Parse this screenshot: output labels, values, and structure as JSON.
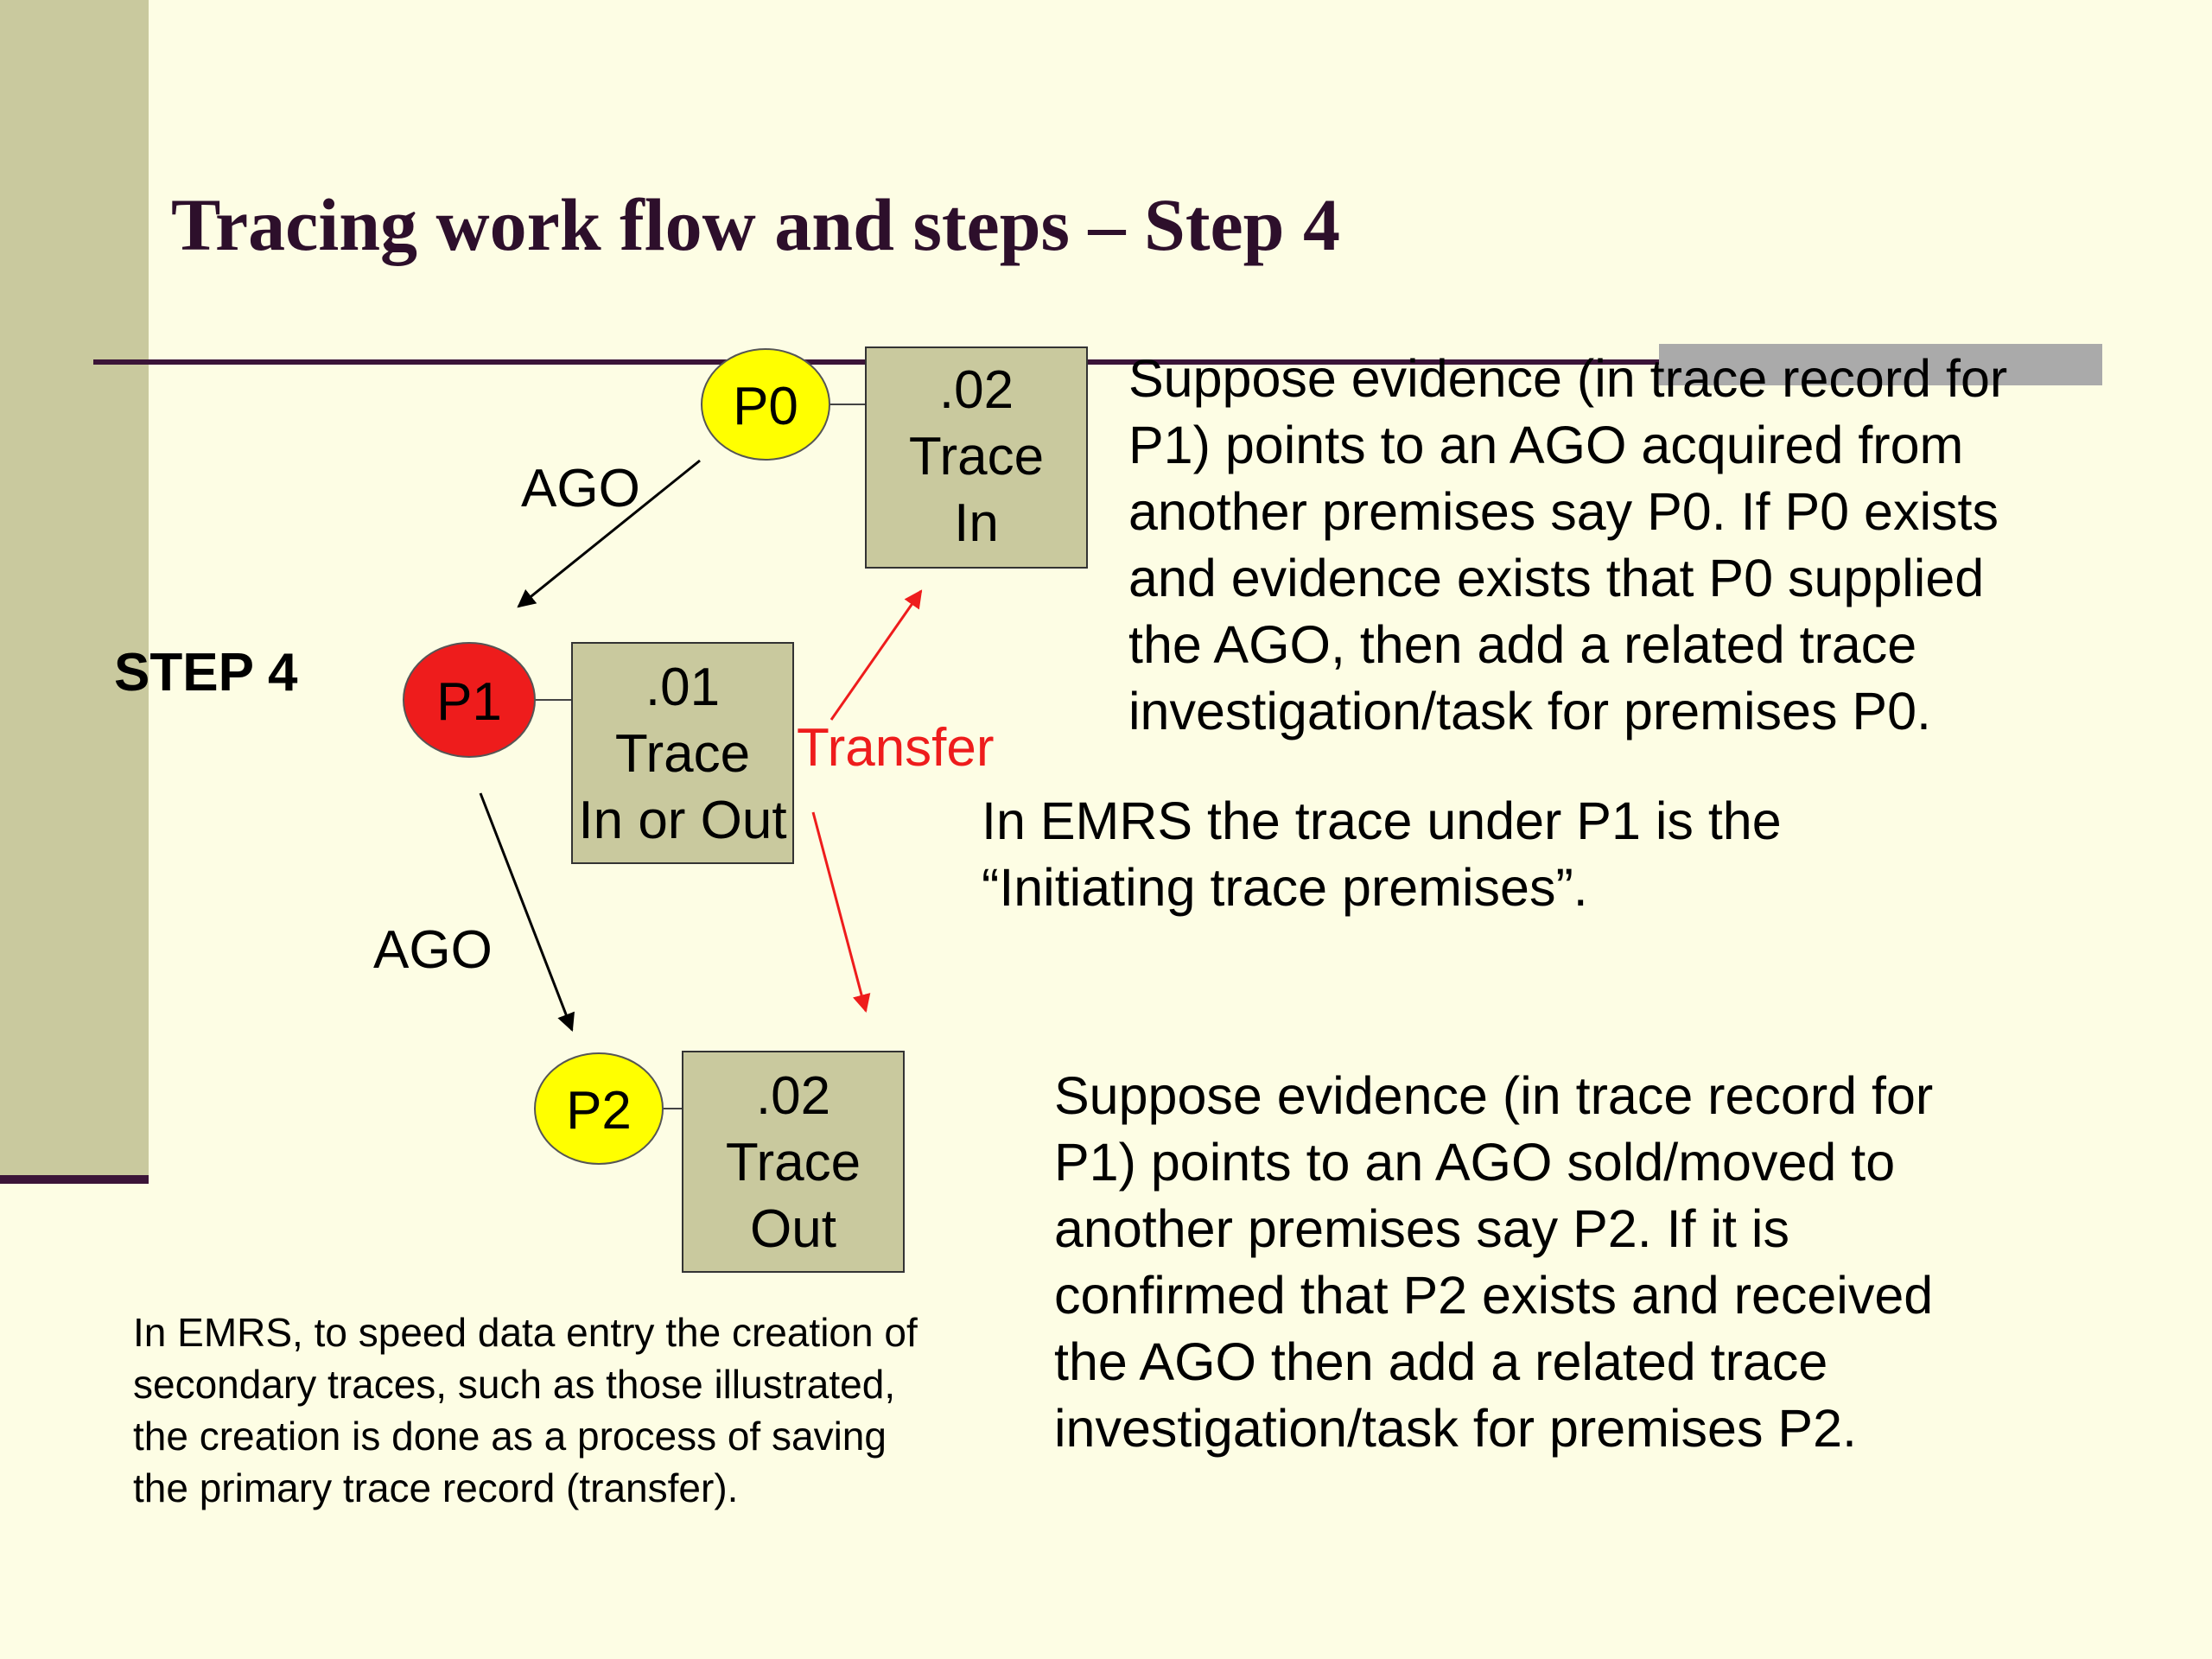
{
  "title": "Tracing work flow and steps – Step 4",
  "step_label": "STEP 4",
  "nodes": {
    "p0": {
      "label": "P0",
      "color": "#ffff00"
    },
    "p1": {
      "label": "P1",
      "color": "#ee1c1c"
    },
    "p2": {
      "label": "P2",
      "color": "#ffff00"
    }
  },
  "boxes": {
    "trace_in": {
      "lines": [
        ".02",
        "Trace",
        "In"
      ]
    },
    "trace_in_or_out": {
      "lines": [
        ".01",
        "Trace",
        "In or Out"
      ]
    },
    "trace_out": {
      "lines": [
        ".02",
        "Trace",
        "Out"
      ]
    }
  },
  "edge_labels": {
    "ago_upper": "AGO",
    "ago_lower": "AGO",
    "transfer": "Transfer"
  },
  "colors": {
    "box_fill": "#c9c99e",
    "transfer": "#ee1c1c",
    "title": "#2d0f2b",
    "band": "#c9c99e",
    "rule": "#3b1438"
  },
  "paragraphs": {
    "p0_explanation": [
      "Suppose evidence (in trace record for",
      "P1) points to an AGO acquired from",
      "another premises say P0.  If P0 exists",
      "and evidence exists that P0 supplied",
      "the AGO, then add a related trace",
      "investigation/task for premises P0."
    ],
    "emrs_initiating": [
      "In EMRS the trace under P1 is the",
      "“Initiating trace premises”."
    ],
    "p2_explanation": [
      "Suppose evidence (in trace record for",
      "P1) points to an AGO sold/moved to",
      "another premises say P2.  If it is",
      "confirmed that P2 exists and received",
      "the AGO then add a related trace",
      "investigation/task for premises P2."
    ],
    "emrs_note": [
      "In EMRS, to speed data entry the creation of",
      "secondary traces, such as those illustrated,",
      "the creation is done as a process of saving",
      "the primary trace record (transfer)."
    ]
  }
}
